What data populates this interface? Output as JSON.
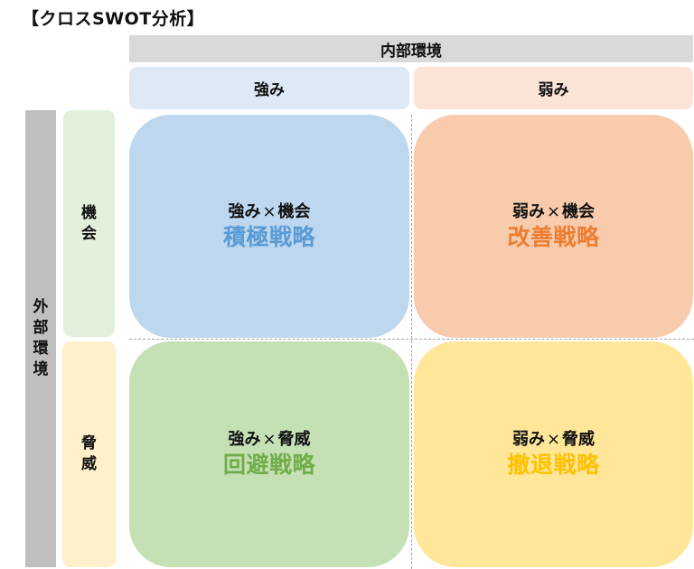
{
  "title": "【クロスSWOT分析】",
  "internal": {
    "label": "内部環境",
    "columns": [
      {
        "label": "強み",
        "color": "#dde9f5"
      },
      {
        "label": "弱み",
        "color": "#fbe4d6"
      }
    ]
  },
  "external": {
    "label_chars": [
      "外",
      "部",
      "環",
      "境"
    ],
    "rows": [
      {
        "label_chars": [
          "機",
          "会"
        ],
        "color": "#e2efda"
      },
      {
        "label_chars": [
          "脅",
          "威"
        ],
        "color": "#fff0cc"
      }
    ]
  },
  "quadrants": [
    {
      "left": "強み",
      "times": "×",
      "right": "機会",
      "strategy": "積極戦略",
      "bg": "#bdd7ee",
      "strategy_color": "#5b9bd5"
    },
    {
      "left": "弱み",
      "times": "×",
      "right": "機会",
      "strategy": "改善戦略",
      "bg": "#f8cbad",
      "strategy_color": "#ed7d31"
    },
    {
      "left": "強み",
      "times": "×",
      "right": "脅威",
      "strategy": "回避戦略",
      "bg": "#c5e0b4",
      "strategy_color": "#70ad47"
    },
    {
      "left": "弱み",
      "times": "×",
      "right": "脅威",
      "strategy": "撤退戦略",
      "bg": "#ffe699",
      "strategy_color": "#ffc000"
    }
  ]
}
